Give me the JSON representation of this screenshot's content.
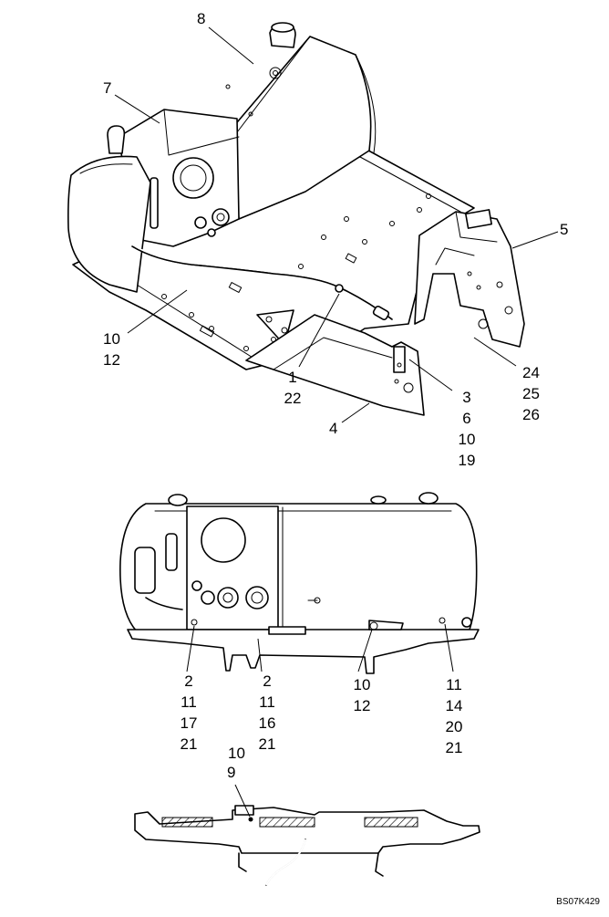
{
  "diagram": {
    "reference": "BS07K429",
    "views": [
      {
        "name": "isometric-frame-assembly",
        "callouts": [
          {
            "id": "c8",
            "numbers": [
              "8"
            ]
          },
          {
            "id": "c7",
            "numbers": [
              "7"
            ]
          },
          {
            "id": "c5",
            "numbers": [
              "5"
            ]
          },
          {
            "id": "c10-12",
            "numbers": [
              "10",
              "12"
            ]
          },
          {
            "id": "c1-22",
            "numbers": [
              "1",
              "22"
            ]
          },
          {
            "id": "c24-26",
            "numbers": [
              "24",
              "25",
              "26"
            ]
          },
          {
            "id": "c3-19",
            "numbers": [
              "3",
              "6",
              "10",
              "19"
            ]
          },
          {
            "id": "c4",
            "numbers": [
              "4"
            ]
          }
        ]
      },
      {
        "name": "front-view",
        "callouts": [
          {
            "id": "f2a",
            "numbers": [
              "2",
              "11",
              "17",
              "21"
            ]
          },
          {
            "id": "f2b",
            "numbers": [
              "2",
              "11",
              "16",
              "21"
            ]
          },
          {
            "id": "f10",
            "numbers": [
              "10",
              "12"
            ]
          },
          {
            "id": "f11",
            "numbers": [
              "11",
              "14",
              "20",
              "21"
            ]
          }
        ]
      },
      {
        "name": "section-view",
        "callouts": [
          {
            "id": "s10",
            "numbers": [
              "10"
            ]
          },
          {
            "id": "s9",
            "numbers": [
              "9"
            ]
          }
        ]
      }
    ]
  }
}
